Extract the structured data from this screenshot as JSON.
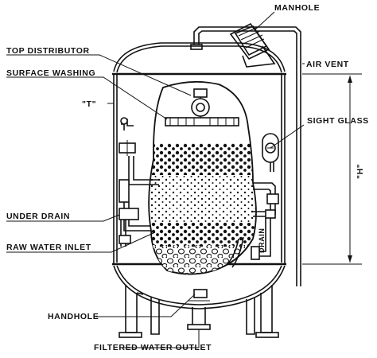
{
  "labels": {
    "manhole": "MANHOLE",
    "top_distributor": "TOP DISTRIBUTOR",
    "surface_washing": "SURFACE WASHING",
    "t_dim": "\"T\"",
    "air_vent": "AIR VENT",
    "sight_glass": "SIGHT GLASS",
    "h_dim": "\"H\"",
    "under_drain": "UNDER DRAIN",
    "raw_water_inlet": "RAW WATER INLET",
    "drain": "DRAIN",
    "handhole": "HANDHOLE",
    "filtered_water_outlet": "FILTERED WATER OUTLET"
  }
}
